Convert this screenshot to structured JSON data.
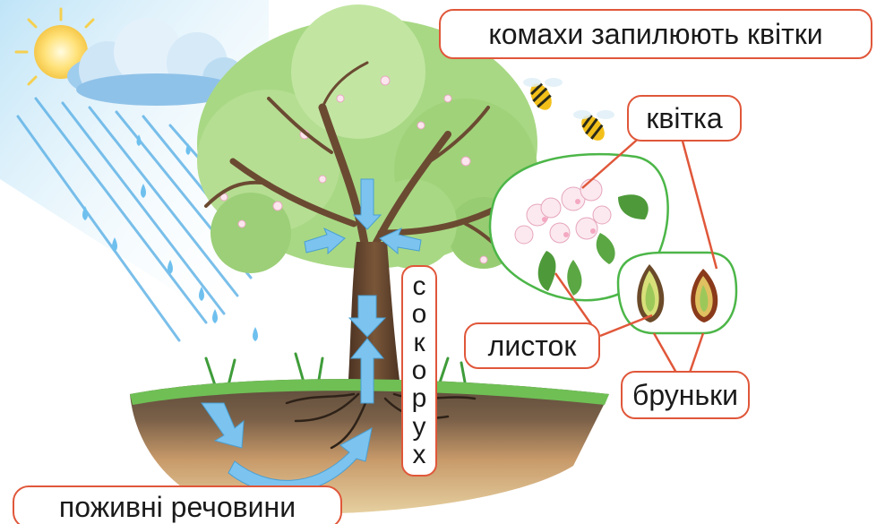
{
  "labels": {
    "insects_pollinate": "комахи запилюють квітки",
    "flower": "квітка",
    "leaf": "листок",
    "buds": "бруньки",
    "nutrients": "поживні речовини",
    "sap_flow": "сокорух"
  },
  "colors": {
    "label_border": "#e0573a",
    "callout_green": "#4cb648",
    "foliage": "#9fd27a",
    "bark": "#6b4a32",
    "soil": "#8a6a4a",
    "sky_rain": "#5ab0e6",
    "sap_arrow": "#7cc4ef"
  },
  "icons": [
    "sun-icon",
    "cloud-icon",
    "rain-drop-icon",
    "bee-icon",
    "blossom-icon",
    "bud-icon"
  ]
}
